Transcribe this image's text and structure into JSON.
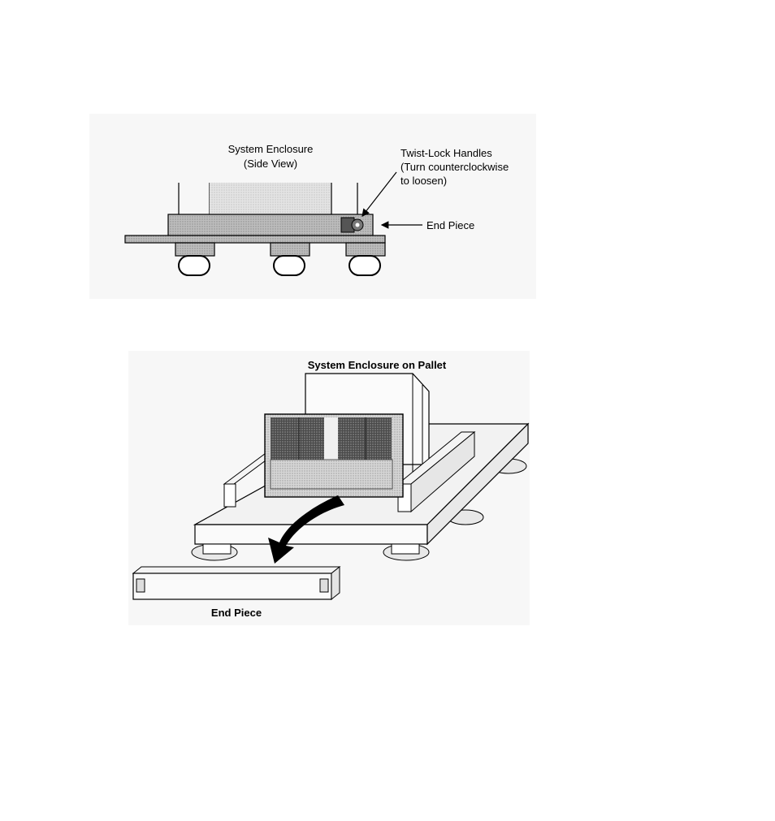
{
  "top_figure": {
    "title_line1": "System Enclosure",
    "title_line2": "(Side View)",
    "handles_line1": "Twist-Lock Handles",
    "handles_line2": "(Turn counterclockwise",
    "handles_line3": "to loosen)",
    "end_piece_label": "End Piece"
  },
  "bottom_figure": {
    "title": "System Enclosure on Pallet",
    "end_piece_label": "End Piece"
  }
}
